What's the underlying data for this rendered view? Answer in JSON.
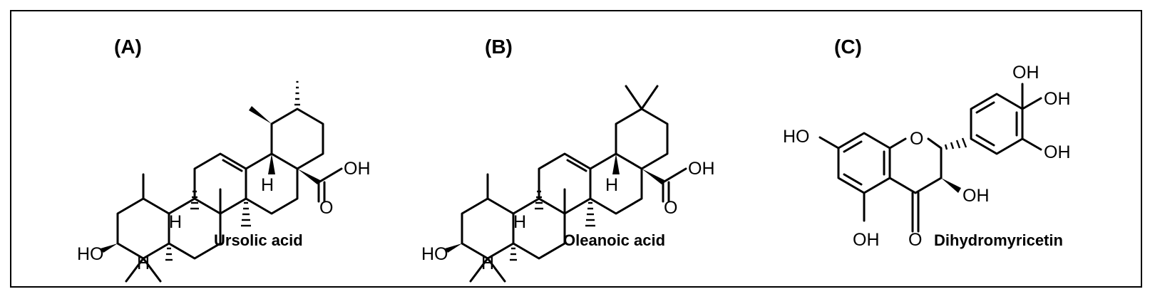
{
  "panels": [
    {
      "label": "(A)",
      "name": "Ursolic acid"
    },
    {
      "label": "(B)",
      "name": "Oleanoic acid"
    },
    {
      "label": "(C)",
      "name": "Dihydromyricetin"
    }
  ],
  "atoms": {
    "oh": "OH",
    "ho": "HO",
    "o": "O",
    "h": "H"
  },
  "colors": {
    "ink": "#000000",
    "background": "#ffffff"
  }
}
